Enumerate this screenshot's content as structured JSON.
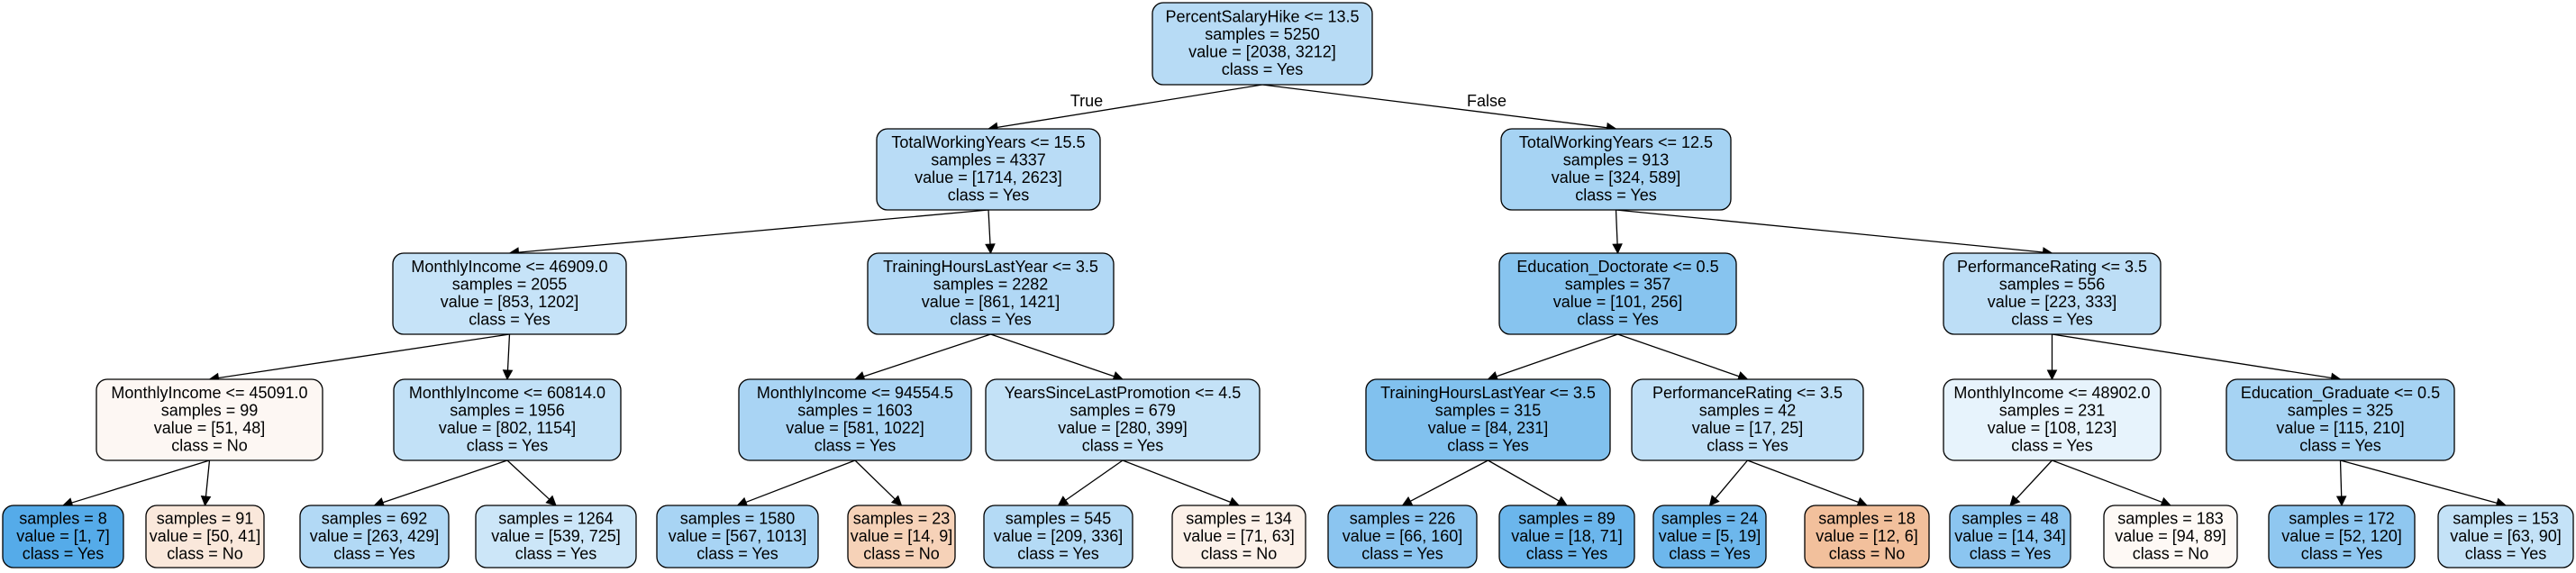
{
  "tree": {
    "edge_labels": {
      "true": "True",
      "false": "False"
    },
    "nodes": [
      {
        "id": "n0",
        "lines": [
          "PercentSalaryHike <= 13.5",
          "samples = 5250",
          "value = [2038, 3212]",
          "class = Yes"
        ],
        "fill": "#b7dbf5"
      },
      {
        "id": "n1",
        "lines": [
          "TotalWorkingYears <= 15.5",
          "samples = 4337",
          "value = [1714, 2623]",
          "class = Yes"
        ],
        "fill": "#b9dcf6"
      },
      {
        "id": "n2",
        "lines": [
          "TotalWorkingYears <= 12.5",
          "samples = 913",
          "value = [324, 589]",
          "class = Yes"
        ],
        "fill": "#a6d3f3"
      },
      {
        "id": "n3",
        "lines": [
          "MonthlyIncome <= 46909.0",
          "samples = 2055",
          "value = [853, 1202]",
          "class = Yes"
        ],
        "fill": "#c6e3f8"
      },
      {
        "id": "n4",
        "lines": [
          "TrainingHoursLastYear <= 3.5",
          "samples = 2282",
          "value = [861, 1421]",
          "class = Yes"
        ],
        "fill": "#b1d8f5"
      },
      {
        "id": "n5",
        "lines": [
          "Education_Doctorate <= 0.5",
          "samples = 357",
          "value = [101, 256]",
          "class = Yes"
        ],
        "fill": "#87c4ef"
      },
      {
        "id": "n6",
        "lines": [
          "PerformanceRating <= 3.5",
          "samples = 556",
          "value = [223, 333]",
          "class = Yes"
        ],
        "fill": "#bddef6"
      },
      {
        "id": "n7",
        "lines": [
          "MonthlyIncome <= 45091.0",
          "samples = 99",
          "value = [51, 48]",
          "class = No"
        ],
        "fill": "#fdf7f3"
      },
      {
        "id": "n8",
        "lines": [
          "MonthlyIncome <= 60814.0",
          "samples = 1956",
          "value = [802, 1154]",
          "class = Yes"
        ],
        "fill": "#c2e1f7"
      },
      {
        "id": "n9",
        "lines": [
          "MonthlyIncome <= 94554.5",
          "samples = 1603",
          "value = [581, 1022]",
          "class = Yes"
        ],
        "fill": "#a9d4f4"
      },
      {
        "id": "n10",
        "lines": [
          "YearsSinceLastPromotion <= 4.5",
          "samples = 679",
          "value = [280, 399]",
          "class = Yes"
        ],
        "fill": "#c4e2f7"
      },
      {
        "id": "n11",
        "lines": [
          "TrainingHoursLastYear <= 3.5",
          "samples = 315",
          "value = [84, 231]",
          "class = Yes"
        ],
        "fill": "#81c1ee"
      },
      {
        "id": "n12",
        "lines": [
          "PerformanceRating <= 3.5",
          "samples = 42",
          "value = [17, 25]",
          "class = Yes"
        ],
        "fill": "#c0e0f7"
      },
      {
        "id": "n13",
        "lines": [
          "MonthlyIncome <= 48902.0",
          "samples = 231",
          "value = [108, 123]",
          "class = Yes"
        ],
        "fill": "#e7f3fc"
      },
      {
        "id": "n14",
        "lines": [
          "Education_Graduate <= 0.5",
          "samples = 325",
          "value = [115, 210]",
          "class = Yes"
        ],
        "fill": "#a6d3f3"
      },
      {
        "id": "n15",
        "lines": [
          "samples = 8",
          "value = [1, 7]",
          "class = Yes"
        ],
        "fill": "#55abe9"
      },
      {
        "id": "n16",
        "lines": [
          "samples = 91",
          "value = [50, 41]",
          "class = No"
        ],
        "fill": "#fae8db"
      },
      {
        "id": "n17",
        "lines": [
          "samples = 692",
          "value = [263, 429]",
          "class = Yes"
        ],
        "fill": "#b2d9f5"
      },
      {
        "id": "n18",
        "lines": [
          "samples = 1264",
          "value = [539, 725]",
          "class = Yes"
        ],
        "fill": "#cce6f8"
      },
      {
        "id": "n19",
        "lines": [
          "samples = 1580",
          "value = [567, 1013]",
          "class = Yes"
        ],
        "fill": "#a8d4f4"
      },
      {
        "id": "n20",
        "lines": [
          "samples = 23",
          "value = [14, 9]",
          "class = No"
        ],
        "fill": "#f6d2b8"
      },
      {
        "id": "n21",
        "lines": [
          "samples = 545",
          "value = [209, 336]",
          "class = Yes"
        ],
        "fill": "#b4daf5"
      },
      {
        "id": "n22",
        "lines": [
          "samples = 134",
          "value = [71, 63]",
          "class = No"
        ],
        "fill": "#fcf1e9"
      },
      {
        "id": "n23",
        "lines": [
          "samples = 226",
          "value = [66, 160]",
          "class = Yes"
        ],
        "fill": "#8bc5f0"
      },
      {
        "id": "n24",
        "lines": [
          "samples = 89",
          "value = [18, 71]",
          "class = Yes"
        ],
        "fill": "#6bb6ec"
      },
      {
        "id": "n25",
        "lines": [
          "samples = 24",
          "value = [5, 19]",
          "class = Yes"
        ],
        "fill": "#6db7ec"
      },
      {
        "id": "n26",
        "lines": [
          "samples = 18",
          "value = [12, 6]",
          "class = No"
        ],
        "fill": "#f2c09c"
      },
      {
        "id": "n27",
        "lines": [
          "samples = 48",
          "value = [14, 34]",
          "class = Yes"
        ],
        "fill": "#8bc5f0"
      },
      {
        "id": "n28",
        "lines": [
          "samples = 183",
          "value = [94, 89]",
          "class = No"
        ],
        "fill": "#fef9f5"
      },
      {
        "id": "n29",
        "lines": [
          "samples = 172",
          "value = [52, 120]",
          "class = Yes"
        ],
        "fill": "#8fc7f0"
      },
      {
        "id": "n30",
        "lines": [
          "samples = 153",
          "value = [63, 90]",
          "class = Yes"
        ],
        "fill": "#c4e2f7"
      }
    ],
    "edges": [
      [
        "n0",
        "n1"
      ],
      [
        "n0",
        "n2"
      ],
      [
        "n1",
        "n3"
      ],
      [
        "n1",
        "n4"
      ],
      [
        "n2",
        "n5"
      ],
      [
        "n2",
        "n6"
      ],
      [
        "n3",
        "n7"
      ],
      [
        "n3",
        "n8"
      ],
      [
        "n4",
        "n9"
      ],
      [
        "n4",
        "n10"
      ],
      [
        "n5",
        "n11"
      ],
      [
        "n5",
        "n12"
      ],
      [
        "n6",
        "n13"
      ],
      [
        "n6",
        "n14"
      ],
      [
        "n7",
        "n15"
      ],
      [
        "n7",
        "n16"
      ],
      [
        "n8",
        "n17"
      ],
      [
        "n8",
        "n18"
      ],
      [
        "n9",
        "n19"
      ],
      [
        "n9",
        "n20"
      ],
      [
        "n10",
        "n21"
      ],
      [
        "n10",
        "n22"
      ],
      [
        "n11",
        "n23"
      ],
      [
        "n11",
        "n24"
      ],
      [
        "n12",
        "n25"
      ],
      [
        "n12",
        "n26"
      ],
      [
        "n13",
        "n27"
      ],
      [
        "n13",
        "n28"
      ],
      [
        "n14",
        "n29"
      ],
      [
        "n14",
        "n30"
      ]
    ]
  }
}
